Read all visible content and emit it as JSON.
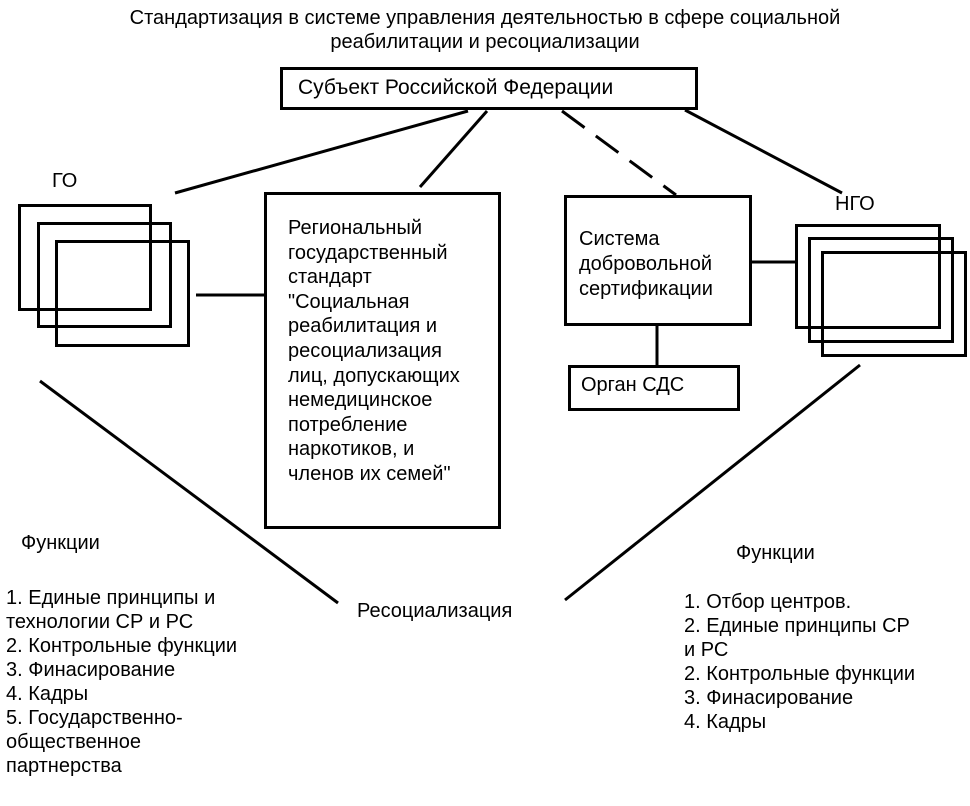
{
  "title": {
    "line1": "Стандартизация в системе управления деятельностью в сфере социальной",
    "line2": "реабилитации и ресоциализации"
  },
  "subject": "Субъект Российской Федерации",
  "go_label": "ГО",
  "ngo_label": "НГО",
  "standard": {
    "lines": [
      "Региональный",
      "государственный",
      "стандарт",
      "\"Социальная",
      "реабилитация и",
      "ресоциализация",
      "лиц, допускающих",
      "немедицинское",
      "потребление",
      "наркотиков, и",
      "членов их семей\""
    ]
  },
  "certification": {
    "lines": [
      "Система",
      "добровольной",
      "сертификации"
    ]
  },
  "sds_body": "Орган СДС",
  "resocialization": "Ресоциализация",
  "left_functions": {
    "heading": "Функции",
    "items": [
      "1. Единые принципы и",
      "технологии СР и РС",
      "2. Контрольные функции",
      "3. Финасирование",
      "4. Кадры",
      "5. Государственно-",
      "общественное",
      "партнерства"
    ]
  },
  "right_functions": {
    "heading": "Функции",
    "items": [
      "1. Отбор центров.",
      "2. Единые принципы СР",
      "и РС",
      "2. Контрольные функции",
      "3. Финасирование",
      "4. Кадры"
    ]
  }
}
